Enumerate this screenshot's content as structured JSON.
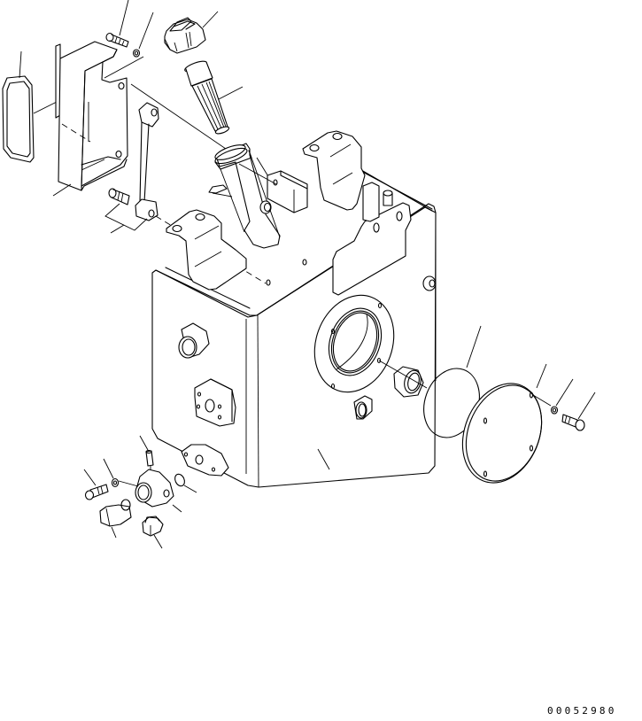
{
  "figure": {
    "id": "00052980",
    "subject": "hydraulic tank exploded parts view"
  },
  "colors": {
    "line": "#000000",
    "background": "#ffffff"
  },
  "parts": [
    {
      "name": "gasket-strainer-cover"
    },
    {
      "name": "strainer-cover"
    },
    {
      "name": "cover-bolt"
    },
    {
      "name": "cover-washer"
    },
    {
      "name": "filler-cap"
    },
    {
      "name": "filler-strainer"
    },
    {
      "name": "filler-neck"
    },
    {
      "name": "level-gauge-stay"
    },
    {
      "name": "stay-bolt"
    },
    {
      "name": "hydraulic-tank"
    },
    {
      "name": "o-ring"
    },
    {
      "name": "side-cover"
    },
    {
      "name": "cover-washer-right"
    },
    {
      "name": "cover-bolt-right"
    },
    {
      "name": "drain-pin"
    },
    {
      "name": "drain-valve-washer"
    },
    {
      "name": "drain-valve-bolt"
    },
    {
      "name": "drain-plug-elbow"
    },
    {
      "name": "drain-plug"
    },
    {
      "name": "drain-o-ring"
    },
    {
      "name": "drain-flange"
    }
  ]
}
